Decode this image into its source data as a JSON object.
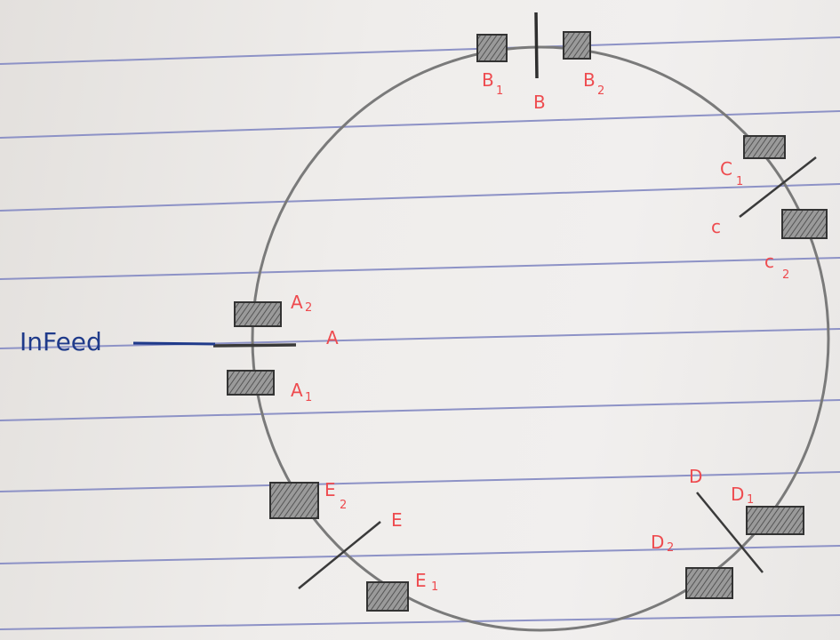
{
  "note": {
    "infeed_text": "InFeed",
    "stations": [
      {
        "id": "A",
        "label": "A",
        "sensor1": "A",
        "sensor1_sub": "1",
        "sensor2": "A",
        "sensor2_sub": "2"
      },
      {
        "id": "B",
        "label": "B",
        "sensor1": "B",
        "sensor1_sub": "1",
        "sensor2": "B",
        "sensor2_sub": "2"
      },
      {
        "id": "C",
        "label": "c",
        "sensor1": "C",
        "sensor1_sub": "1",
        "sensor2": "c",
        "sensor2_sub": "2"
      },
      {
        "id": "D",
        "label": "D",
        "sensor1": "D",
        "sensor1_sub": "1",
        "sensor2": "D",
        "sensor2_sub": "2"
      },
      {
        "id": "E",
        "label": "E",
        "sensor1": "E",
        "sensor1_sub": "1",
        "sensor2": "E",
        "sensor2_sub": "2"
      }
    ]
  },
  "colors": {
    "paper": "#efedeb",
    "rule_line": "#8d92c6",
    "ink_pencil": "#6d6d6d",
    "ink_red": "#ee4b4f",
    "ink_blue": "#1f3a8a"
  }
}
